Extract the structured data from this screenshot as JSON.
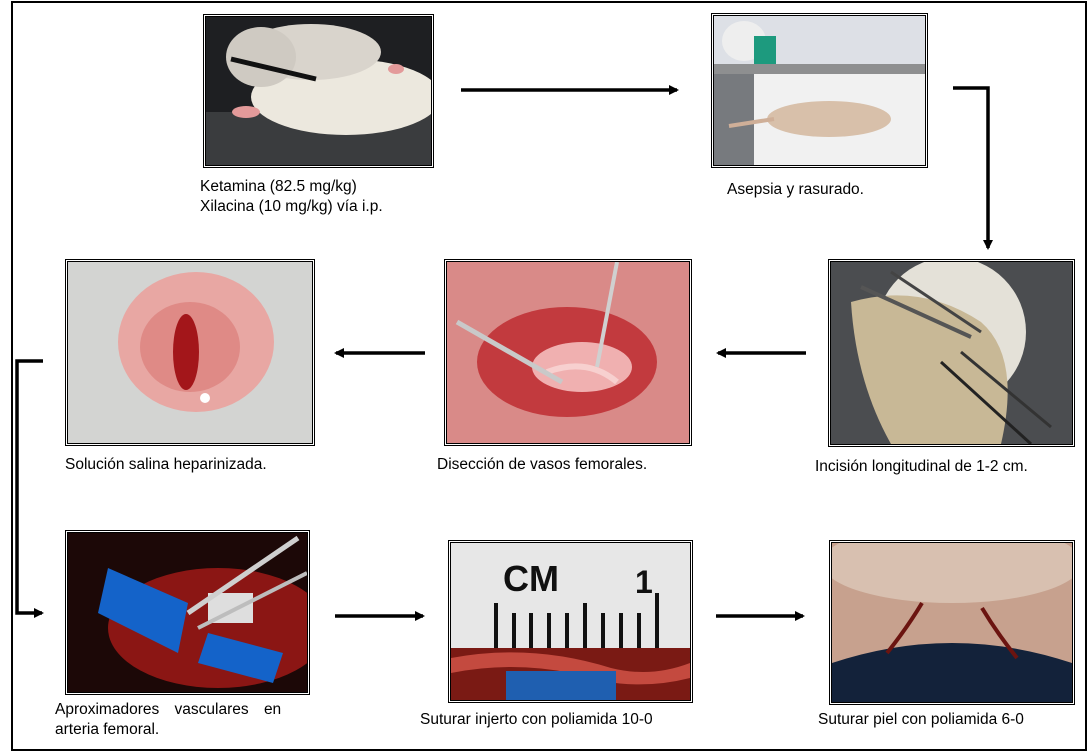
{
  "steps": [
    {
      "caption_line1": "Ketamina (82.5 mg/kg)",
      "caption_line2": "Xilacina (10 mg/kg) vía i.p."
    },
    {
      "caption": "Asepsia y rasurado."
    },
    {
      "caption": "Incisión longitudinal de 1-2 cm."
    },
    {
      "caption": "Disección de vasos femorales."
    },
    {
      "caption": "Solución salina heparinizada."
    },
    {
      "caption_line1": "Aproximadores vasculares en",
      "caption_line2": "arteria femoral."
    },
    {
      "caption": "Suturar injerto con poliamida 10-0"
    },
    {
      "caption": "Suturar piel con poliamida 6-0"
    }
  ],
  "ruler": {
    "unit_label": "CM",
    "mark_label": "1"
  }
}
